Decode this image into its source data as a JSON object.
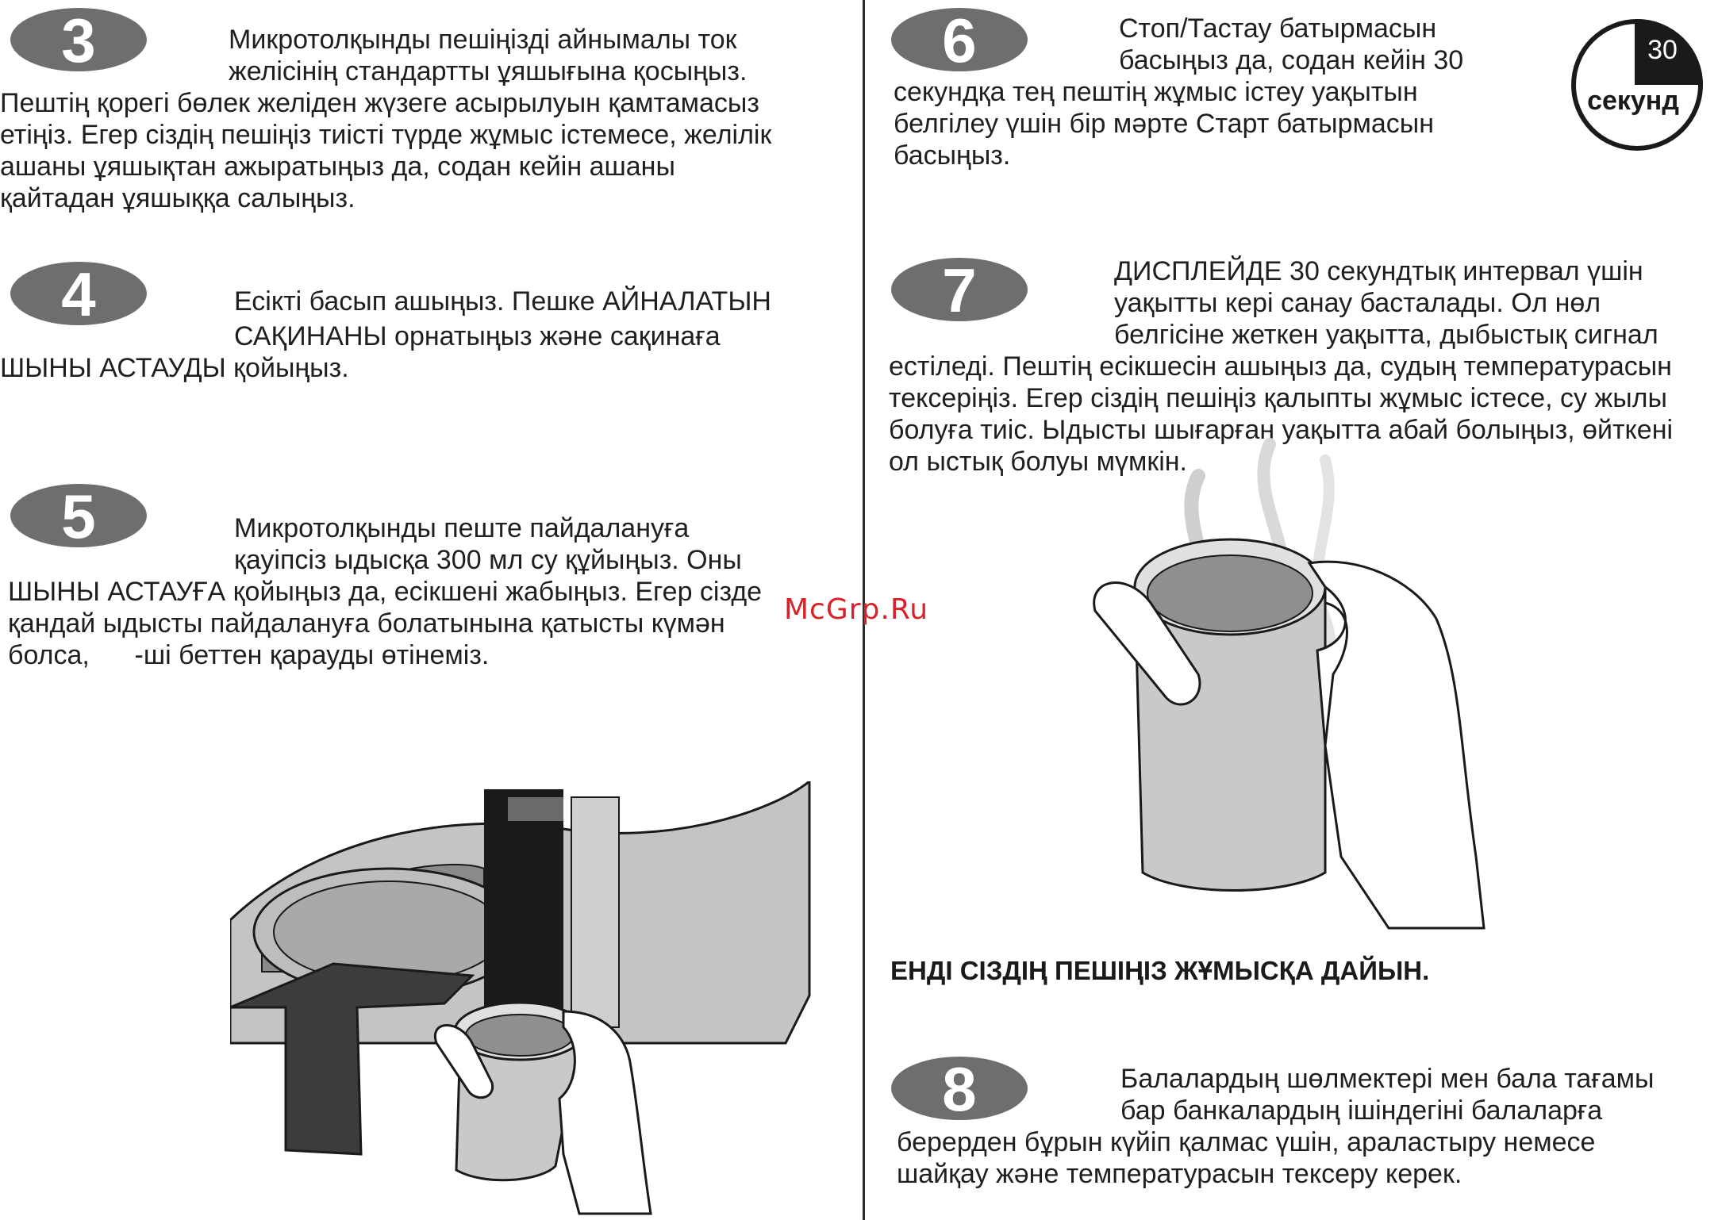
{
  "steps": [
    {
      "num": "3",
      "lines": [
        "Микротолқынды пешіңізді айнымалы ток",
        "желісінің стандартты ұяшығына қосыңыз.",
        "Пештің қорегі бөлек желіден жүзеге асырылуын қамтамасыз",
        "етіңіз. Егер сіздің пешіңіз тиісті түрде жұмыс істемесе, желілік",
        "ашаны ұяшықтан ажыратыңыз да, содан кейін ашаны",
        "қайтадан ұяшыққа салыңыз."
      ]
    },
    {
      "num": "4",
      "lines": [
        "Есікті басып ашыңыз. Пешке АЙНАЛАТЫН",
        "САҚИНАНЫ орнатыңыз және сақинаға",
        "ШЫНЫ АСТАУДЫ қойыңыз."
      ]
    },
    {
      "num": "5",
      "lines": [
        "Микротолқынды пеште пайдалануға",
        "қауіпсіз ыдысқа 300 мл су құйыңыз. Оны",
        "ШЫНЫ АСТАУҒА қойыңыз да, есікшені жабыңыз. Егер сізде",
        "қандай ыдысты пайдалануға болатынына қатысты күмән",
        "болса,      -ші беттен қарауды өтінеміз."
      ]
    },
    {
      "num": "6",
      "lines": [
        "Стоп/Тастау батырмасын",
        "басыңыз да, содан кейін 30",
        "секундқа тең пештің жұмыс істеу уақытын",
        "белгілеу үшін бір мәрте Старт батырмасын",
        "басыңыз."
      ]
    },
    {
      "num": "7",
      "lines": [
        "ДИСПЛЕЙДЕ 30 секундтық интервал үшін",
        "уақытты кері санау басталады. Ол нөл",
        "белгісіне жеткен уақытта, дыбыстық сигнал",
        "естіледі. Пештің есікшесін ашыңыз да, судың температурасын",
        "тексеріңіз. Егер сіздің пешіңіз қалыпты жұмыс істесе, су жылы",
        "болуға тиіс. Ыдысты шығарған уақытта абай болыңыз, өйткені",
        "ол ыстық болуы мүмкін."
      ]
    },
    {
      "num": "8",
      "lines": [
        "Балалардың шөлмектері мен бала тағамы",
        "бар банкалардың ішіндегіні балаларға",
        "берерден бұрын күйіп қалмас үшін, араластыру немесе",
        "шайқау және температурасын тексеру керек."
      ]
    }
  ],
  "timer": {
    "value": "30",
    "unit": "секунд"
  },
  "ready_text": "ЕНДІ СІЗДІҢ ПЕШІҢІЗ ЖҰМЫСҚА ДАЙЫН.",
  "watermark": "McGrp.Ru",
  "colors": {
    "badge": "#6e6e6e",
    "text": "#1f1f1f",
    "watermark": "#d8222a"
  }
}
